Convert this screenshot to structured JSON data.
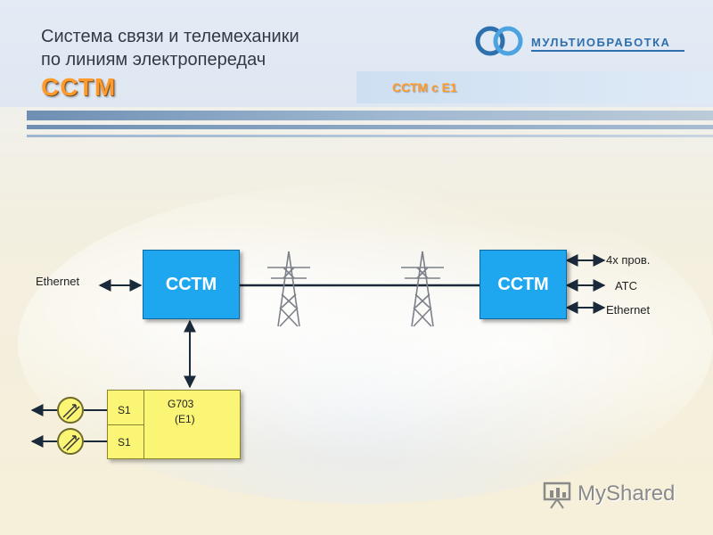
{
  "header": {
    "title_line1": "Система связи и телемеханики",
    "title_line2": "по линиям электропередач",
    "brand_big": "ССТМ",
    "subtitle": "ССТМ с Е1",
    "logo_text": "МУЛЬТИОБРАБОТКА"
  },
  "diagram": {
    "left_node": "ССТМ",
    "right_node": "ССТМ",
    "left_input": "Ethernet",
    "right_outputs": [
      "4х пров.",
      "АТС",
      "Ethernet"
    ],
    "g703_line1": "G703",
    "g703_line2": "(E1)",
    "port_top": "S1",
    "port_bottom": "S1"
  },
  "watermark": {
    "text": "MyShared"
  },
  "colors": {
    "node_fill": "#1ea7ee",
    "g703_fill": "#fbf575",
    "brand_orange": "#ff9a2b",
    "wire": "#1a2a3a"
  }
}
